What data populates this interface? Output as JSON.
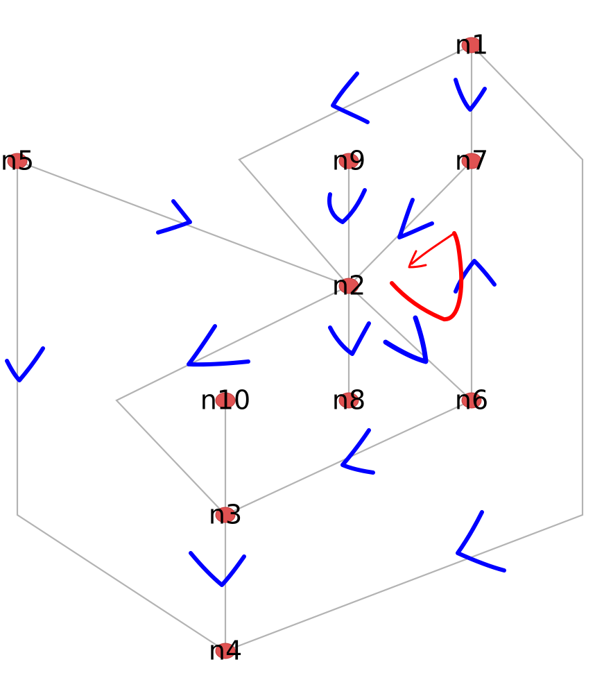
{
  "colors": {
    "edge": "#b3b3b3",
    "node": "#e05252",
    "label": "#000000",
    "annotation_direction": "#0000ff",
    "annotation_cycle": "#ff0000"
  },
  "nodes": [
    {
      "id": "n1",
      "label": "n1"
    },
    {
      "id": "n2",
      "label": "n2"
    },
    {
      "id": "n3",
      "label": "n3"
    },
    {
      "id": "n4",
      "label": "n4"
    },
    {
      "id": "n5",
      "label": "n5"
    },
    {
      "id": "n6",
      "label": "n6"
    },
    {
      "id": "n7",
      "label": "n7"
    },
    {
      "id": "n8",
      "label": "n8"
    },
    {
      "id": "n9",
      "label": "n9"
    },
    {
      "id": "n10",
      "label": "n10"
    }
  ],
  "edges": [
    {
      "from": "n1",
      "to": "n7"
    },
    {
      "from": "n1",
      "to": "n2"
    },
    {
      "from": "n1",
      "to": "n4"
    },
    {
      "from": "n5",
      "to": "n2"
    },
    {
      "from": "n5",
      "to": "n4"
    },
    {
      "from": "n9",
      "to": "n2"
    },
    {
      "from": "n7",
      "to": "n2"
    },
    {
      "from": "n6",
      "to": "n7"
    },
    {
      "from": "n2",
      "to": "n3"
    },
    {
      "from": "n2",
      "to": "n8"
    },
    {
      "from": "n2",
      "to": "n6"
    },
    {
      "from": "n6",
      "to": "n3"
    },
    {
      "from": "n10",
      "to": "n3"
    },
    {
      "from": "n3",
      "to": "n4"
    }
  ],
  "annotations": {
    "direction_marks": "blue hand-drawn arrowheads marking edge direction",
    "cycle_mark": "red hand-drawn curved arrow marking a cycle n2 → n6 → n7 → n2"
  }
}
